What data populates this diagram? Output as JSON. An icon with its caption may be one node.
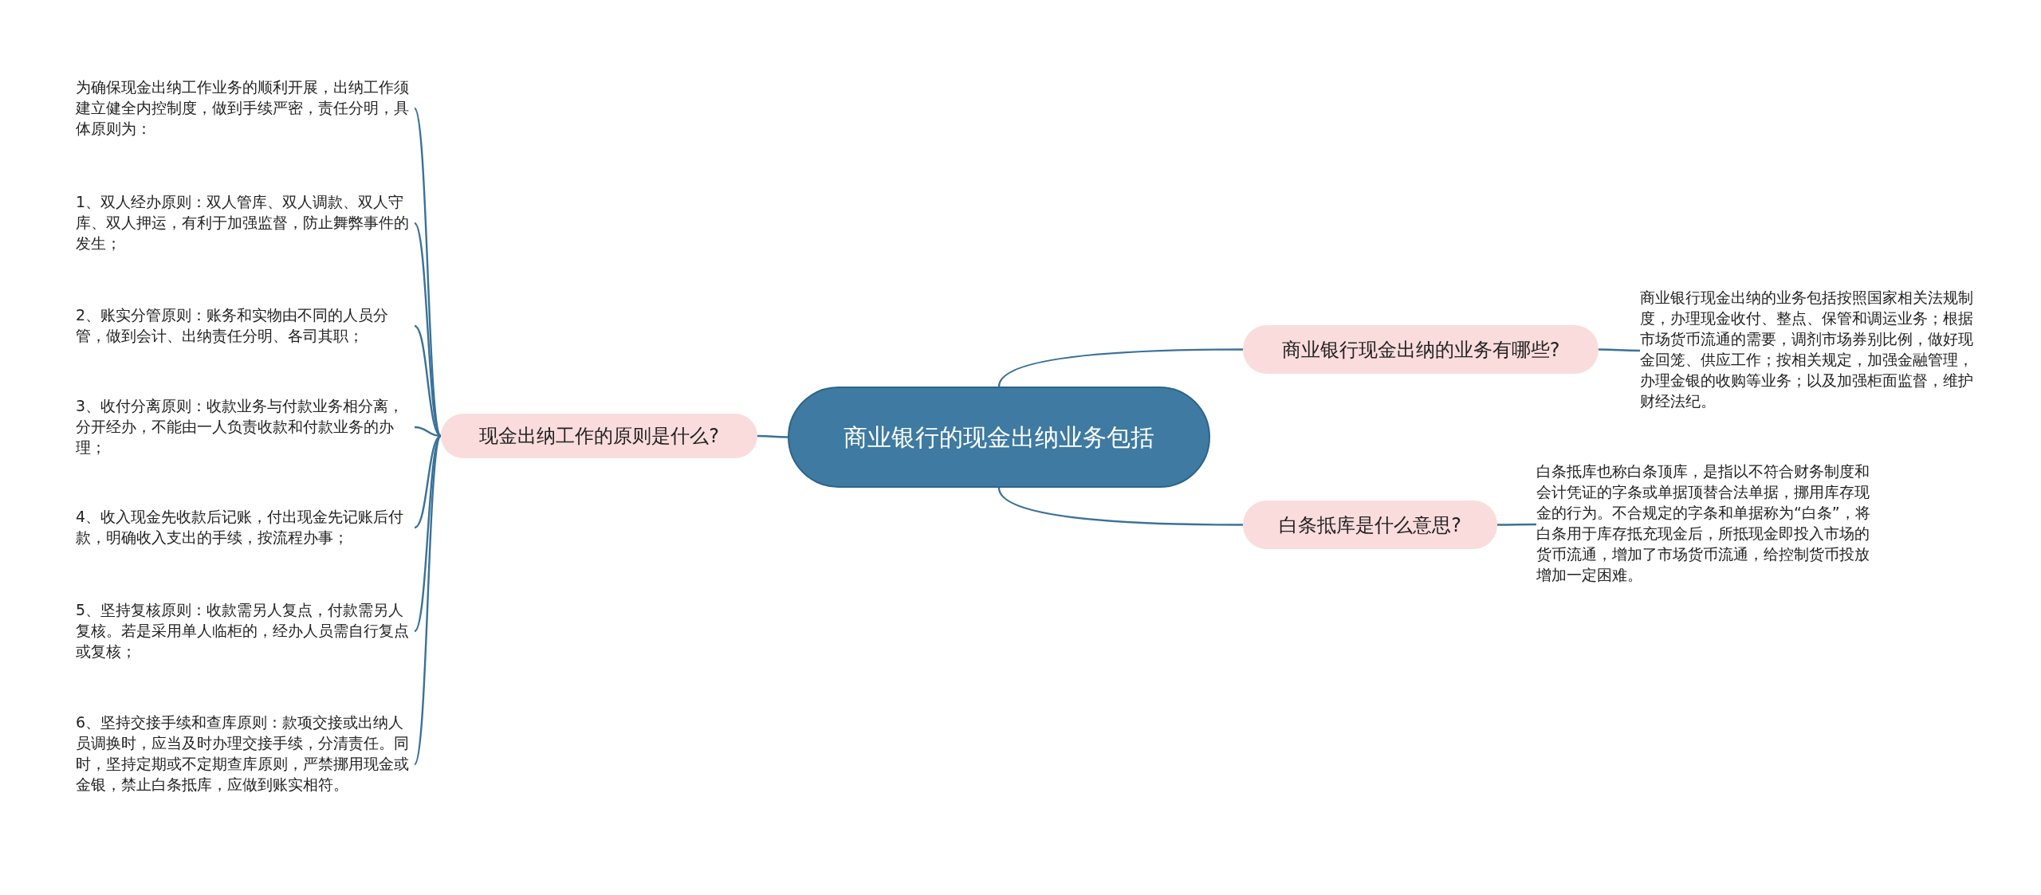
{
  "diagram": {
    "nodes": [
      {
        "text": [
          "商业银行的现金出纳业务包括"
        ]
      },
      {
        "text": [
          "现金出纳工作的原则是什么?"
        ]
      },
      {
        "text": [
          "为确保现金出纳工作业务的顺利开展，出纳工作须建立健全内控制度，做到手续严密，责任分明，具体原则为："
        ]
      },
      {
        "text": [
          "1、双人经办原则：双人管库、双人调款、双人守库、双人押运，有利于加强监督，防止舞弊事件的发生；"
        ]
      },
      {
        "text": [
          "2、账实分管原则：账务和实物由不同的人员分管，做到会计、出纳责任分明、各司其职；"
        ]
      },
      {
        "text": [
          "3、收付分离原则：收款业务与付款业务相分离，分开经办，不能由一人负责收款和付款业务的办理；"
        ]
      },
      {
        "text": [
          "4、收入现金先收款后记账，付出现金先记账后付款，明确收入支出的手续，按流程办事；"
        ]
      },
      {
        "text": [
          "5、坚持复核原则：收款需另人复点，付款需另人复核。若是采用单人临柜的，经办人员需自行复点或复核；"
        ]
      },
      {
        "text": [
          "6、坚持交接手续和查库原则：款项交接或出纳人员调换时，应当及时办理交接手续，分清责任。同时，坚持定期或不定期查库原则，严禁挪用现金或金银，禁止白条抵库，应做到账实相符。"
        ]
      },
      {
        "text": [
          "商业银行现金出纳的业务有哪些?"
        ]
      },
      {
        "text": [
          "商业银行现金出纳的业务包括按照国家相关法规制度，办理现金收付、整点、保管和调运业务；根据市场货币流通的需要，调剂市场券别比例，做好现金回笼、供应工作；按相关规定，加强金融管理，办理金银的收购等业务；以及加强柜面监督，维护财经法纪。"
        ]
      },
      {
        "text": [
          "白条抵库是什么意思?"
        ]
      },
      {
        "text": [
          "白条抵库也称白条顶库，是指以不符合财务制度和会计凭证的字条或单据顶替合法单据，挪用库存现金的行为。不合规定的字条和单据称为“白条”，将白条用于库存抵充现金后，所抵现金即投入市场的货币流通，增加了市场货币流通，给控制货币投放增加一定困难。"
        ]
      }
    ],
    "edges": [
      {
        "from": 0,
        "to": 1,
        "arrow": "none"
      },
      {
        "from": 1,
        "to": 2,
        "arrow": "none"
      },
      {
        "from": 1,
        "to": 3,
        "arrow": "none"
      },
      {
        "from": 1,
        "to": 4,
        "arrow": "none"
      },
      {
        "from": 1,
        "to": 5,
        "arrow": "none"
      },
      {
        "from": 1,
        "to": 6,
        "arrow": "none"
      },
      {
        "from": 1,
        "to": 7,
        "arrow": "none"
      },
      {
        "from": 1,
        "to": 8,
        "arrow": "none"
      },
      {
        "from": 0,
        "to": 9,
        "arrow": "none"
      },
      {
        "from": 9,
        "to": 10,
        "arrow": "none"
      },
      {
        "from": 0,
        "to": 11,
        "arrow": "none"
      },
      {
        "from": 11,
        "to": 12,
        "arrow": "none"
      }
    ]
  }
}
